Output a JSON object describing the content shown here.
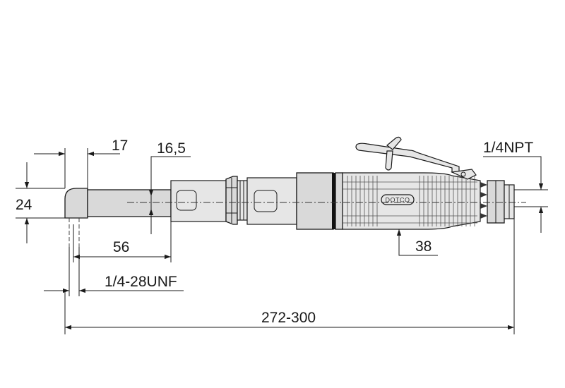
{
  "diagram": {
    "brand": "DOTCO",
    "dimensions": {
      "head_width": "17",
      "collet_offset": "16,5",
      "head_height": "24",
      "head_to_body": "56",
      "thread": "1/4-28UNF",
      "overall_length": "272-300",
      "grip_diameter": "38",
      "air_inlet": "1/4NPT"
    }
  }
}
